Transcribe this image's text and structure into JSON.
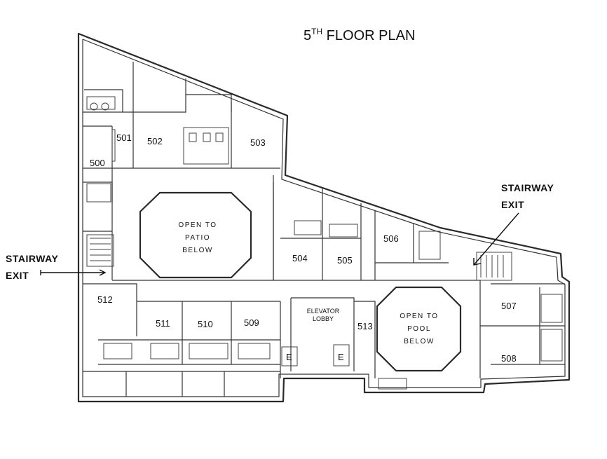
{
  "title": {
    "main": "5",
    "sup": "TH",
    "rest": " FLOOR PLAN"
  },
  "rooms": [
    {
      "id": "500",
      "label": "500"
    },
    {
      "id": "501",
      "label": "501"
    },
    {
      "id": "502",
      "label": "502"
    },
    {
      "id": "503",
      "label": "503"
    },
    {
      "id": "504",
      "label": "504"
    },
    {
      "id": "505",
      "label": "505"
    },
    {
      "id": "506",
      "label": "506"
    },
    {
      "id": "507",
      "label": "507"
    },
    {
      "id": "508",
      "label": "508"
    },
    {
      "id": "509",
      "label": "509"
    },
    {
      "id": "510",
      "label": "510"
    },
    {
      "id": "511",
      "label": "511"
    },
    {
      "id": "512",
      "label": "512"
    },
    {
      "id": "513",
      "label": "513"
    }
  ],
  "open_patio": [
    "OPEN TO",
    "PATIO",
    "BELOW"
  ],
  "open_pool": [
    "OPEN TO",
    "POOL",
    "BELOW"
  ],
  "elevator_lobby": [
    "ELEVATOR",
    "LOBBY"
  ],
  "elevator_mark": "E",
  "stairway_exit": [
    "STAIRWAY",
    "EXIT"
  ]
}
